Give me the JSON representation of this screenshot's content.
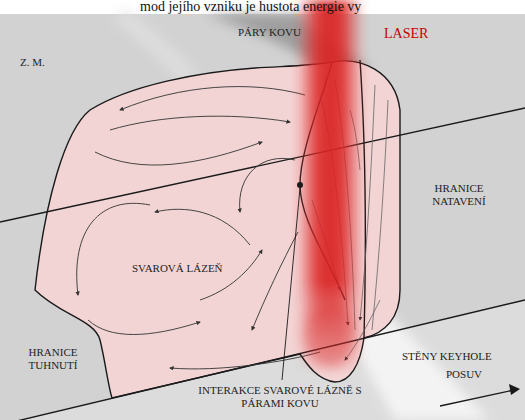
{
  "diagram": {
    "labels": [
      "mod jejího vzniku je hustota energie vy",
      "PÁRY KOVU",
      "LASER",
      "Z. M.",
      "SVAROVÁ LÁZEŇ",
      "HRANICE NATAVENÍ",
      "HRANICE TUHNUTÍ",
      "STĚNY KEYHOLE",
      "INTERAKCE SVAROVÉ LÁZNĚ S PÁRAMI KOVU",
      "POSUV"
    ]
  }
}
